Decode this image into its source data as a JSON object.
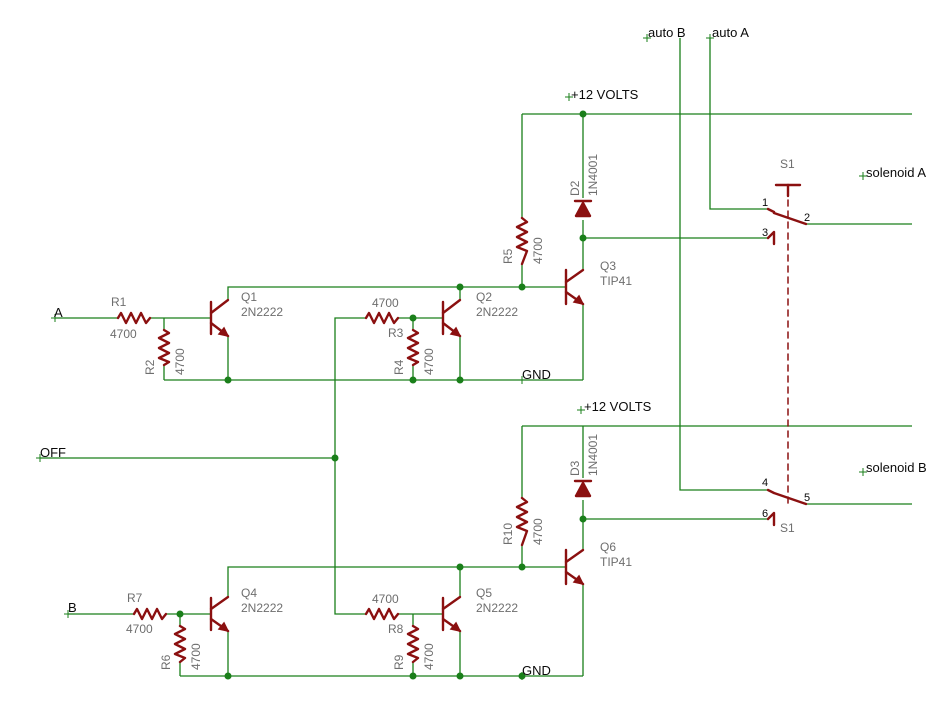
{
  "nets": {
    "auto_b": "auto B",
    "auto_a": "auto A",
    "v12_top": "+12 VOLTS",
    "v12_bottom": "+12 VOLTS",
    "solenoid_a": "solenoid A",
    "solenoid_b": "solenoid B",
    "in_a": "A",
    "in_b": "B",
    "off": "OFF",
    "gnd_top": "GND",
    "gnd_bottom": "GND"
  },
  "parts": {
    "r1": {
      "name": "R1",
      "value": "4700"
    },
    "r2": {
      "name": "R2",
      "value": "4700"
    },
    "r3": {
      "name": "R3",
      "value": "4700"
    },
    "r4": {
      "name": "R4",
      "value": "4700"
    },
    "r5": {
      "name": "R5",
      "value": "4700"
    },
    "r6": {
      "name": "R6",
      "value": "4700"
    },
    "r7": {
      "name": "R7",
      "value": "4700"
    },
    "r8": {
      "name": "R8",
      "value": "4700"
    },
    "r9": {
      "name": "R9",
      "value": "4700"
    },
    "r10": {
      "name": "R10",
      "value": "4700"
    },
    "q1": {
      "name": "Q1",
      "value": "2N2222"
    },
    "q2": {
      "name": "Q2",
      "value": "2N2222"
    },
    "q3": {
      "name": "Q3",
      "value": "TIP41"
    },
    "q4": {
      "name": "Q4",
      "value": "2N2222"
    },
    "q5": {
      "name": "Q5",
      "value": "2N2222"
    },
    "q6": {
      "name": "Q6",
      "value": "TIP41"
    },
    "d2": {
      "name": "D2",
      "value": "1N4001"
    },
    "d3": {
      "name": "D3",
      "value": "1N4001"
    },
    "s1": {
      "name": "S1"
    }
  },
  "pins": {
    "p1": "1",
    "p2": "2",
    "p3": "3",
    "p4": "4",
    "p5": "5",
    "p6": "6"
  },
  "colors": {
    "wire": "#1a7f1a",
    "part": "#8b1010",
    "part_label": "#6e6e6e",
    "net_label": "#0a0a0a"
  }
}
